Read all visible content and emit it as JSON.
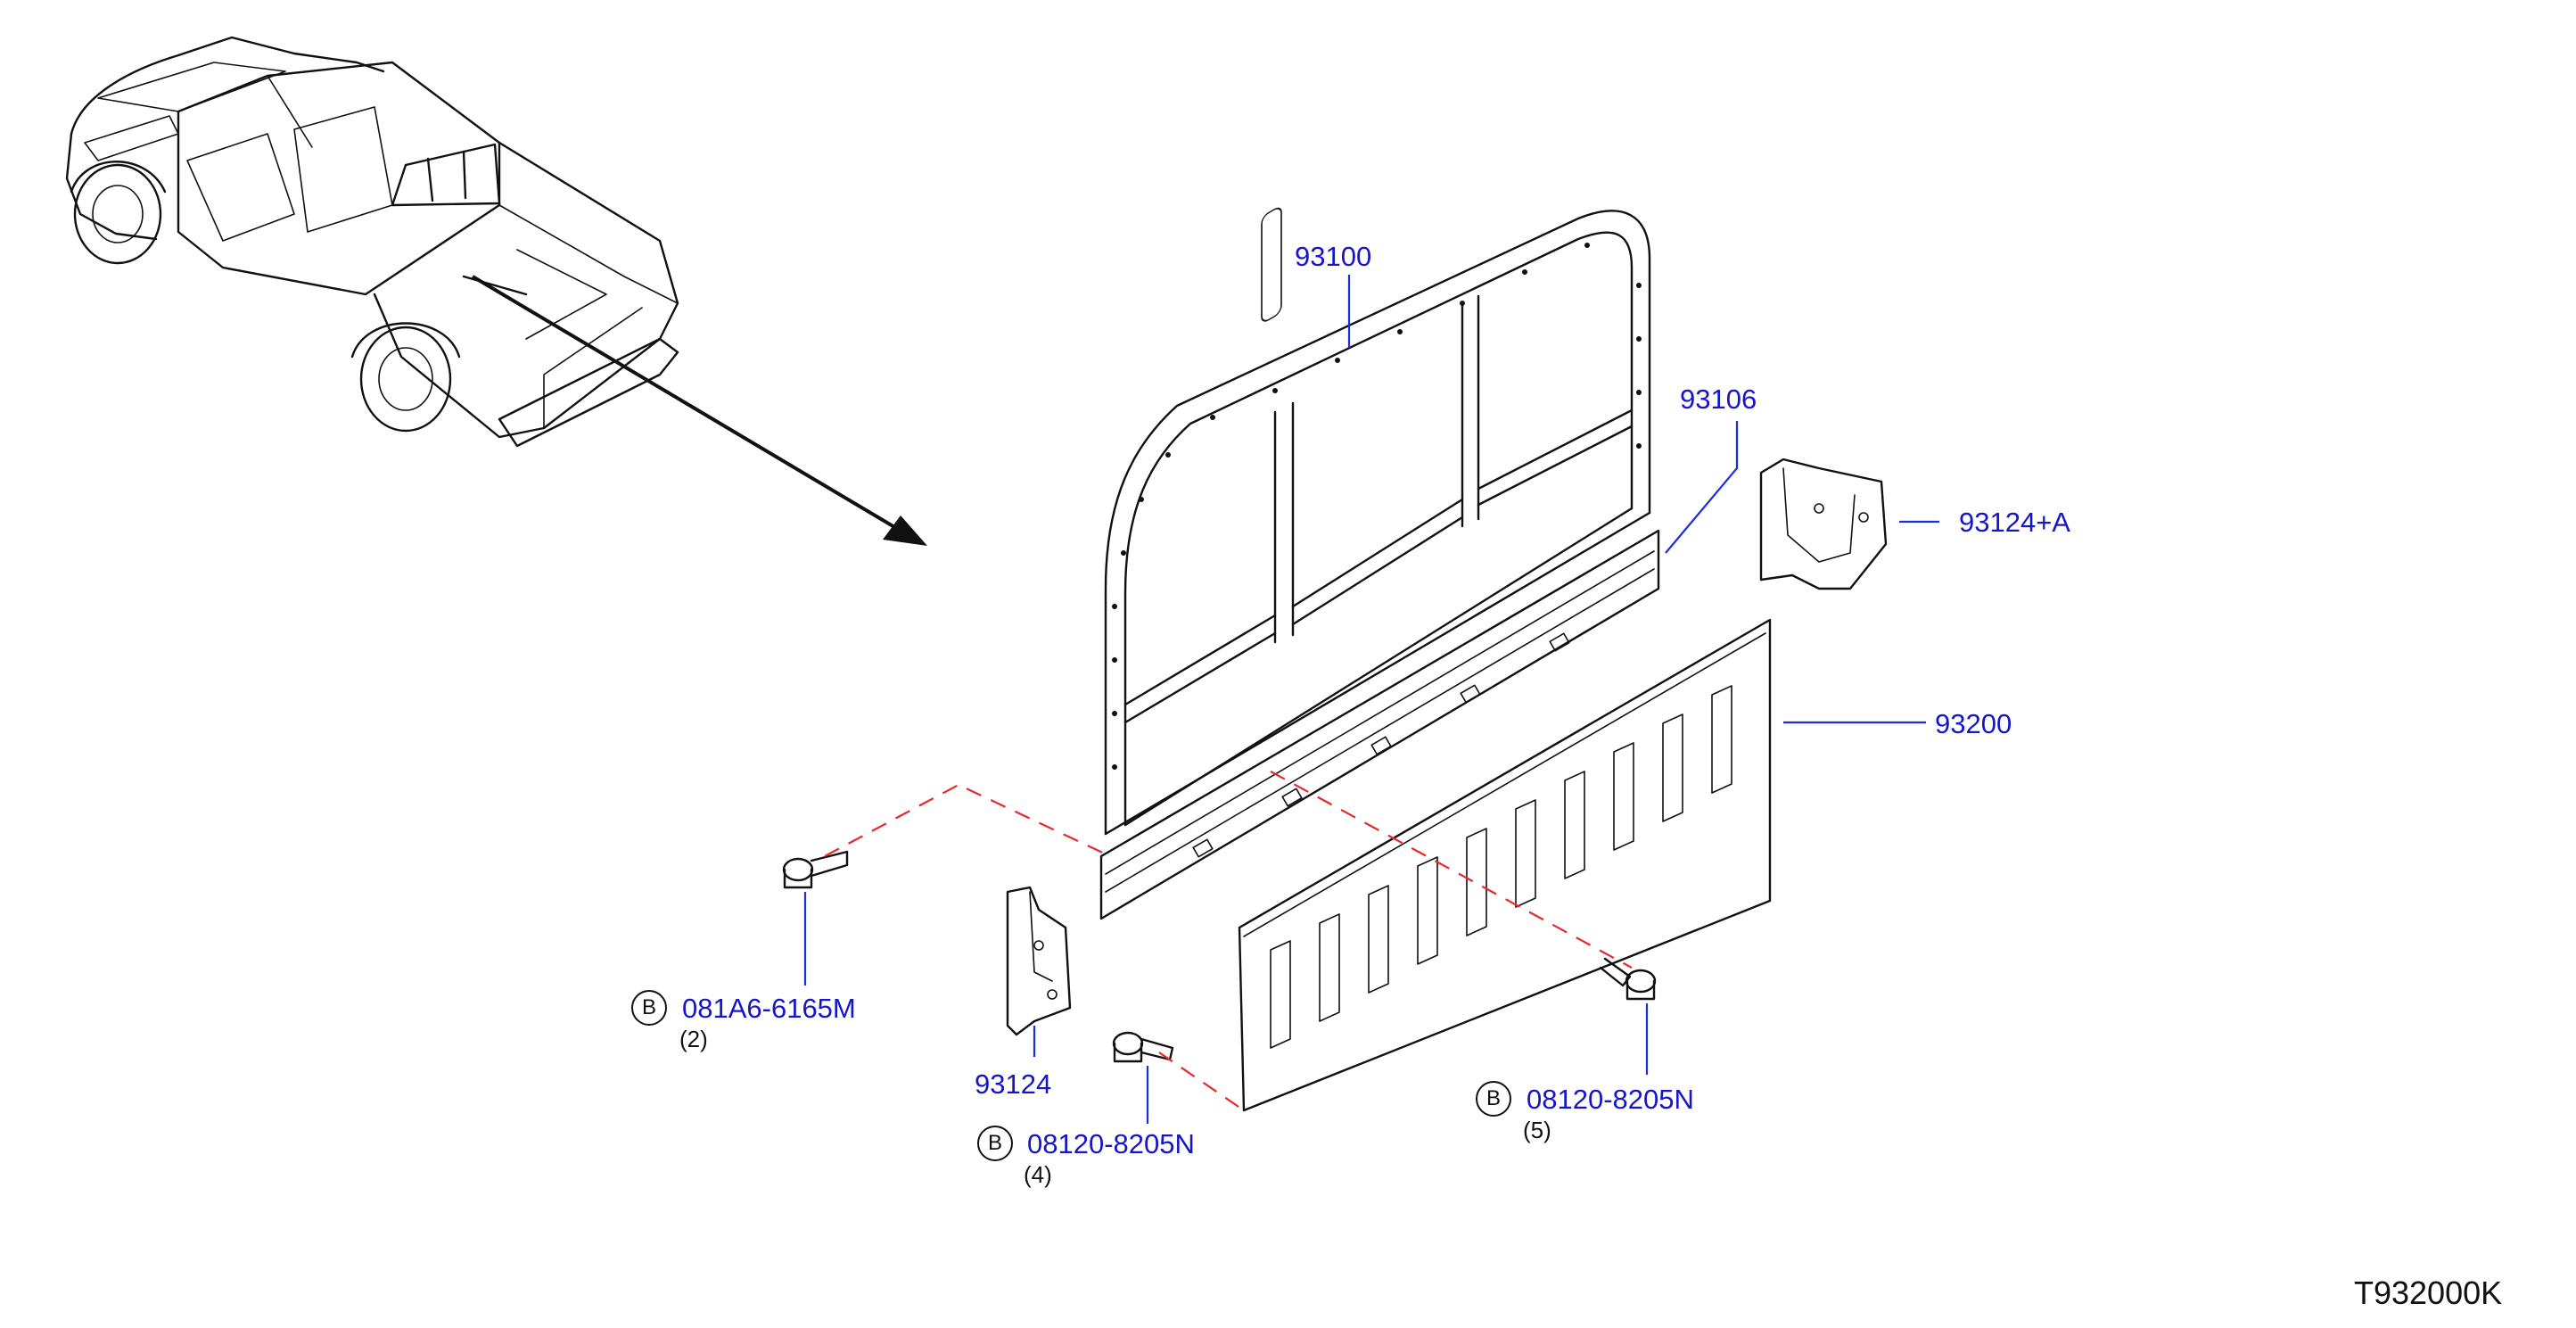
{
  "parts": {
    "rear_frame": "93100",
    "lower_rail": "93106",
    "bracket_right": "93124+A",
    "bottom_panel": "93200",
    "bracket_left": "93124"
  },
  "fasteners": [
    {
      "marker": "B",
      "part": "081A6-6165M",
      "qty": "(2)"
    },
    {
      "marker": "B",
      "part": "08120-8205N",
      "qty": "(4)"
    },
    {
      "marker": "B",
      "part": "08120-8205N",
      "qty": "(5)"
    }
  ],
  "drawing_code": "T932000K",
  "colors": {
    "part_label": "#1515c9",
    "line_art": "#111111",
    "dashed_leader": "#e8282b"
  }
}
